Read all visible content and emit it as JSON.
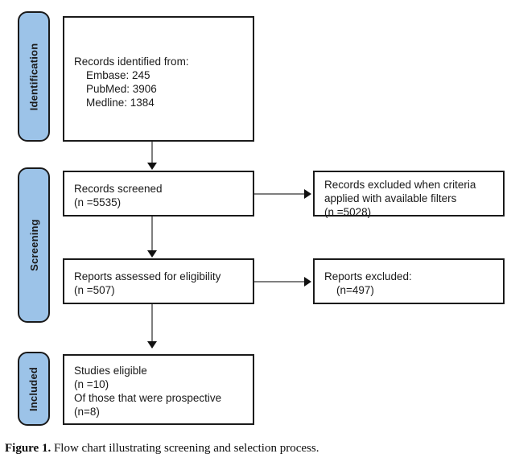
{
  "figure": {
    "caption_label": "Figure 1.",
    "caption_text": " Flow chart illustrating screening and selection process."
  },
  "colors": {
    "phase_fill": "#9CC3E8",
    "box_border": "#1a1a1a",
    "connector_line": "#7f7f7f",
    "arrow_head": "#111111",
    "box_fill": "#ffffff"
  },
  "phases": [
    {
      "id": "identification",
      "label": "Identification"
    },
    {
      "id": "screening",
      "label": "Screening"
    },
    {
      "id": "included",
      "label": "Included"
    }
  ],
  "boxes": {
    "identified": {
      "text": "Records identified from:\n    Embase: 245\n    PubMed: 3906\n    Medline: 1384",
      "lines": [
        "Records identified from:",
        "Embase: 245",
        "PubMed: 3906",
        "Medline: 1384"
      ],
      "counts": {
        "Embase": 245,
        "PubMed": 3906,
        "Medline": 1384
      }
    },
    "screened": {
      "text": "Records screened\n(n =5535)",
      "lines": [
        "Records screened",
        "(n =5535)"
      ],
      "n": 5535
    },
    "excluded_filters": {
      "text": "Records excluded when criteria\napplied with available filters\n(n =5028)",
      "lines": [
        "Records excluded when criteria",
        "applied with available filters",
        "(n =5028)"
      ],
      "n": 5028
    },
    "eligibility": {
      "text": "Reports assessed for eligibility\n(n =507)",
      "lines": [
        "Reports assessed for eligibility",
        "(n =507)"
      ],
      "n": 507
    },
    "reports_excluded": {
      "text": "Reports excluded:\n    (n=497)",
      "lines": [
        "Reports excluded:",
        "(n=497)"
      ],
      "n": 497
    },
    "studies": {
      "text": "Studies eligible\n(n =10)\nOf those that were prospective\n(n=8)",
      "lines": [
        "Studies eligible",
        "(n =10)",
        "Of those that were prospective",
        "(n=8)"
      ],
      "n_eligible": 10,
      "n_prospective": 8
    }
  },
  "chart_data": {
    "type": "diagram",
    "title": "PRISMA flow chart illustrating screening and selection process",
    "nodes": [
      {
        "id": "identified",
        "phase": "Identification",
        "label": "Records identified from: Embase: 245, PubMed: 3906, Medline: 1384",
        "value": 5535
      },
      {
        "id": "screened",
        "phase": "Screening",
        "label": "Records screened",
        "value": 5535
      },
      {
        "id": "excluded_filters",
        "phase": "Screening",
        "label": "Records excluded when criteria applied with available filters",
        "value": 5028
      },
      {
        "id": "eligibility",
        "phase": "Screening",
        "label": "Reports assessed for eligibility",
        "value": 507
      },
      {
        "id": "reports_excluded",
        "phase": "Screening",
        "label": "Reports excluded",
        "value": 497
      },
      {
        "id": "studies",
        "phase": "Included",
        "label": "Studies eligible",
        "value": 10
      }
    ],
    "edges": [
      {
        "from": "identified",
        "to": "screened",
        "direction": "down"
      },
      {
        "from": "screened",
        "to": "excluded_filters",
        "direction": "right"
      },
      {
        "from": "screened",
        "to": "eligibility",
        "direction": "down"
      },
      {
        "from": "eligibility",
        "to": "reports_excluded",
        "direction": "right"
      },
      {
        "from": "eligibility",
        "to": "studies",
        "direction": "down"
      }
    ]
  }
}
